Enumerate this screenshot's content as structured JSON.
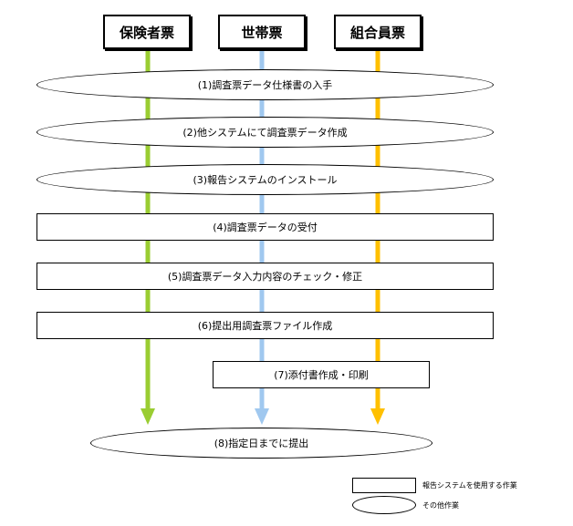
{
  "columns": [
    {
      "label": "保険者票",
      "color": "#9acd32"
    },
    {
      "label": "世帯票",
      "color": "#a0c8ef"
    },
    {
      "label": "組合員票",
      "color": "#ffc000"
    }
  ],
  "steps": [
    {
      "label": "(1)調査票データ仕様書の入手",
      "kind": "other"
    },
    {
      "label": "(2)他システムにて調査票データ作成",
      "kind": "other"
    },
    {
      "label": "(3)報告システムのインストール",
      "kind": "other"
    },
    {
      "label": "(4)調査票データの受付",
      "kind": "system"
    },
    {
      "label": "(5)調査票データ入力内容のチェック・修正",
      "kind": "system"
    },
    {
      "label": "(6)提出用調査票ファイル作成",
      "kind": "system"
    },
    {
      "label": "(7)添付書作成・印刷",
      "kind": "system"
    },
    {
      "label": "(8)指定日までに提出",
      "kind": "other"
    }
  ],
  "legend": {
    "system": "報告システムを使用する作業",
    "other": "その他作業"
  }
}
